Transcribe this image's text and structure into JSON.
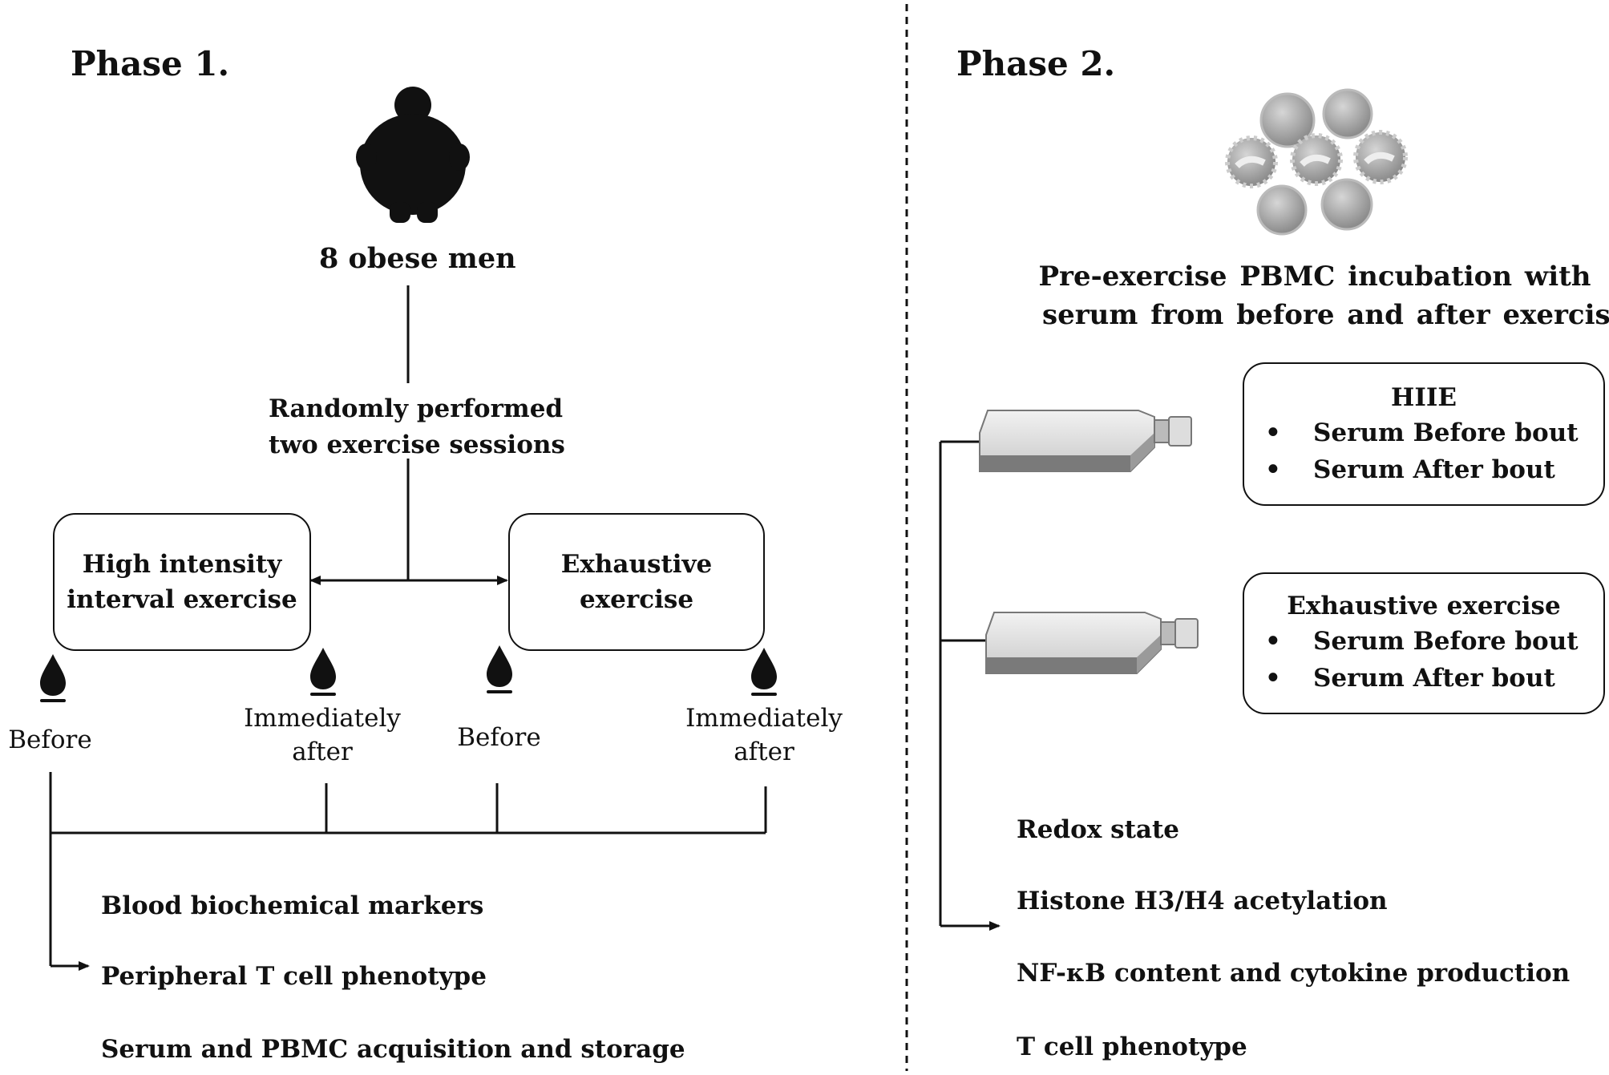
{
  "phase1": {
    "title": "Phase 1.",
    "participants": "8 obese men",
    "randomly_line1": "Randomly performed",
    "randomly_line2": "two exercise sessions",
    "hiie_box_line1": "High intensity",
    "hiie_box_line2": "interval exercise",
    "exh_box_line1": "Exhaustive",
    "exh_box_line2": "exercise",
    "samples": [
      {
        "line1": "Before",
        "line2": ""
      },
      {
        "line1": "Immediately",
        "line2": "after"
      },
      {
        "line1": "Before",
        "line2": ""
      },
      {
        "line1": "Immediately",
        "line2": "after"
      }
    ],
    "outcomes": [
      "Blood biochemical markers",
      "Peripheral T cell phenotype",
      "Serum and PBMC acquisition and storage"
    ]
  },
  "phase2": {
    "title": "Phase 2.",
    "incubation_line1": "Pre-exercise PBMC incubation with",
    "incubation_line2": "serum from before and after exercises",
    "box1": {
      "title": "HIIE",
      "items": [
        "Serum Before bout",
        "Serum After bout"
      ]
    },
    "box2": {
      "title": "Exhaustive exercise",
      "items": [
        "Serum Before bout",
        "Serum After bout"
      ]
    },
    "outcomes": [
      "Redox state",
      "Histone H3/H4 acetylation",
      "NF-κB content and cytokine production",
      "T cell phenotype"
    ]
  },
  "icons": [
    "obese-person-icon",
    "blood-drop-icon",
    "pbmc-cells-icon",
    "culture-flask-icon"
  ]
}
